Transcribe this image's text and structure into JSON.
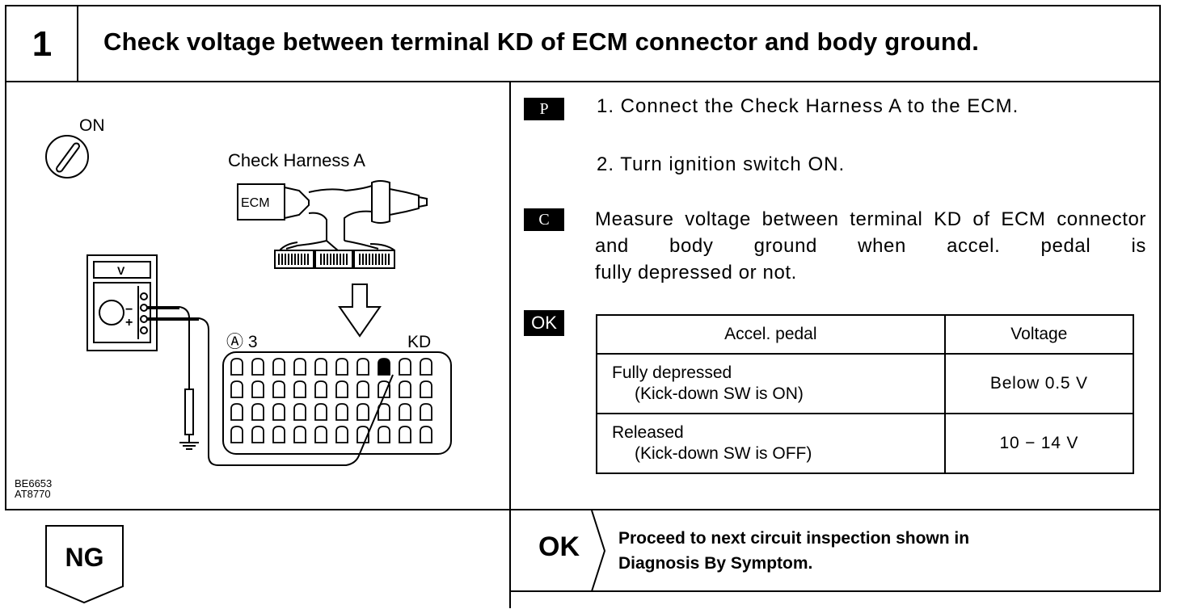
{
  "step": {
    "number": "1",
    "title": "Check voltage between terminal KD of ECM connector and body ground."
  },
  "figure": {
    "switch_label": "ON",
    "harness_label": "Check Harness A",
    "ecm_label": "ECM",
    "meter_label": "V",
    "meter_minus": "−",
    "meter_plus": "+",
    "connector_label": "Ⓐ 3",
    "terminal_label": "KD",
    "codes": [
      "BE6653",
      "AT8770"
    ]
  },
  "procedure": {
    "prep_badge": "P",
    "prep_steps": [
      "1.  Connect the Check Harness A to the ECM.",
      "2.  Turn ignition switch ON."
    ],
    "check_badge": "C",
    "check_text_line1": "Measure voltage between terminal KD of ECM connector and body ground when accel. pedal is",
    "check_text_line2": "fully depressed or not.",
    "ok_badge": "OK"
  },
  "spec_table": {
    "headers": [
      "Accel. pedal",
      "Voltage"
    ],
    "rows": [
      {
        "condition": "Fully depressed",
        "note": "(Kick-down SW is ON)",
        "voltage": "Below 0.5 V"
      },
      {
        "condition": "Released",
        "note": "(Kick-down SW is OFF)",
        "voltage": "10 − 14 V"
      }
    ]
  },
  "results": {
    "ng_label": "NG",
    "ok_label": "OK",
    "ok_action_line1": "Proceed to next circuit inspection shown in",
    "ok_action_line2": "Diagnosis By Symptom."
  }
}
